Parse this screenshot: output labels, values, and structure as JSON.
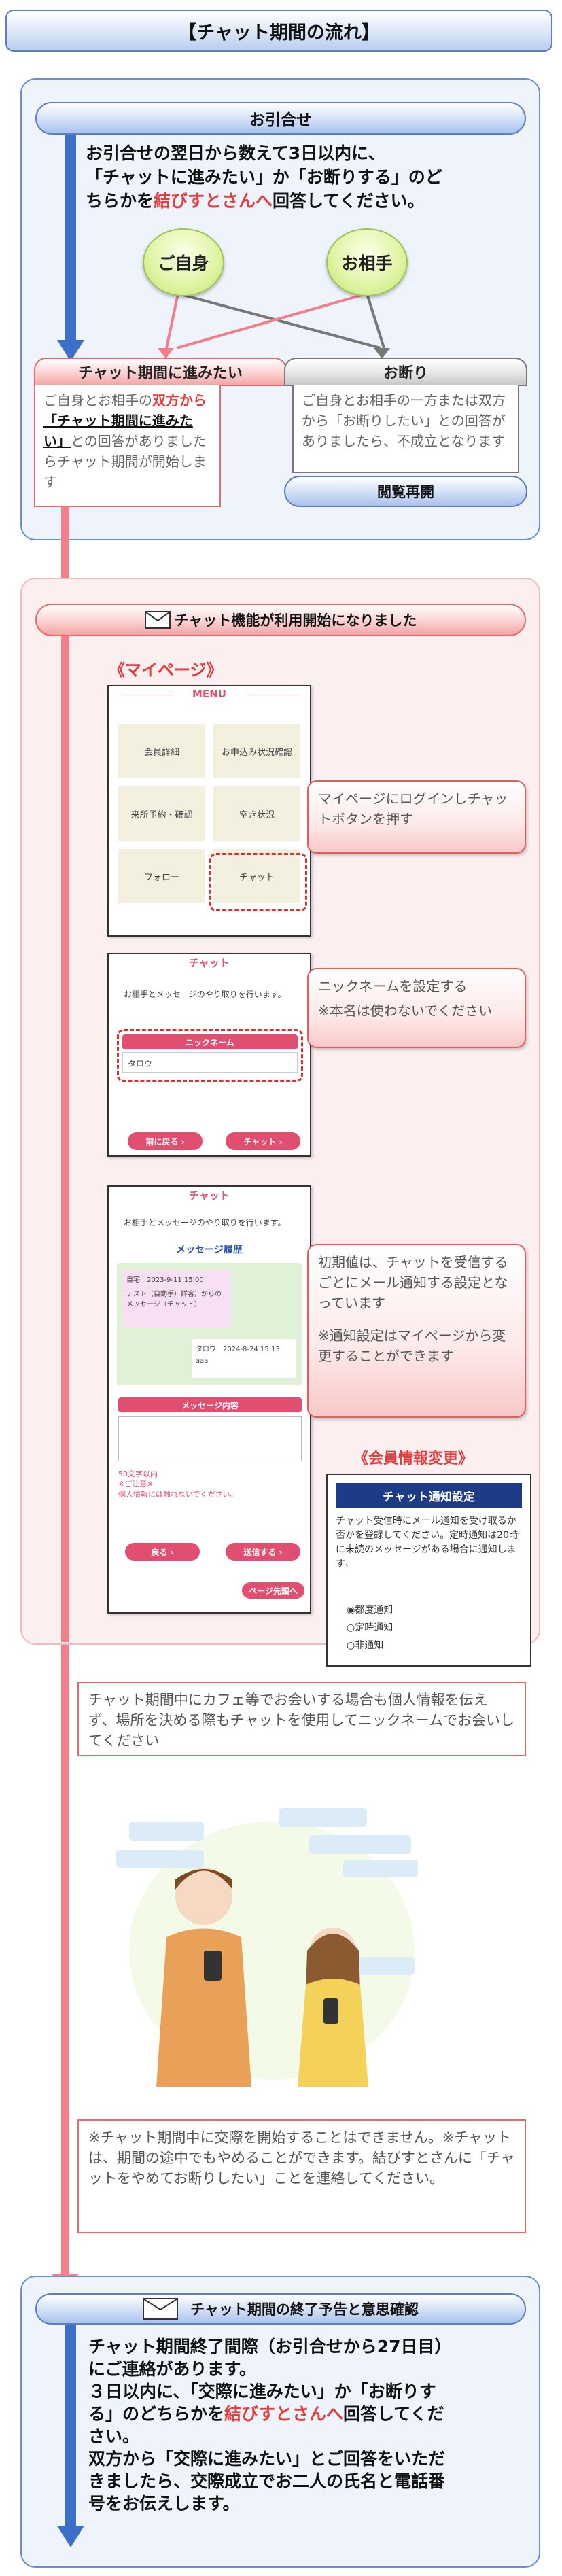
{
  "title": "【チャット期間の流れ】",
  "colors": {
    "blue_arrow": "#3d6fc8",
    "red_arrow": "#f27f8a",
    "accent_red": "#e53b3b"
  },
  "section1": {
    "header": "お引合せ",
    "intro_line1": "お引合せの翌日から数えて3日以内に、",
    "intro_line2": "「チャットに進みたい」か「お断りする」のど",
    "intro_line3_a": "ちらかを",
    "intro_line3_red": "結びすとさんへ",
    "intro_line3_b": "回答してください。",
    "self_label": "ご自身",
    "partner_label": "お相手",
    "proceed_header": "チャット期間に進みたい",
    "proceed_body_1": "ご自身とお相手の",
    "proceed_body_red1": "双方から",
    "proceed_body_red2": "「チャット期間に進みたい」",
    "proceed_body_2": "との回答がありましたらチャット期間が開始します",
    "decline_header": "お断り",
    "decline_body": "ご自身とお相手の一方または双方から「お断りしたい」との回答がありましたら、不成立となります",
    "resume_label": "閲覧再開"
  },
  "section2": {
    "header": "チャット機能が利用開始になりました",
    "mypage_label": "《マイページ》",
    "menu_title": "MENU",
    "menu_items": [
      "会員詳細",
      "お申込み状況確認",
      "来所予約・確認",
      "空き状況",
      "フォロー",
      "チャット"
    ],
    "callout1": "マイページにログインしチャットボタンを押す",
    "chat_title": "チャット",
    "chat_desc": "お相手とメッセージのやり取りを行います。",
    "nickname_label": "ニックネーム",
    "nickname_value": "タロウ",
    "btn_back": "前に戻る ›",
    "btn_chat": "チャット ›",
    "callout2_line1": "ニックネームを設定する",
    "callout2_line2": "※本名は使わないでください",
    "history_label": "メッセージ履歴",
    "msg1_meta": "自宅　2023-9-11 15:00",
    "msg1_text": "テスト（自動手）詳客）からのメッセージ（チャット）",
    "msg2_meta": "タロウ　2024-8-24 15:13",
    "msg2_text": "aaa",
    "content_label": "メッセージ内容",
    "limit_text": "50文字以内",
    "caution1": "※ご注意※",
    "caution2": "個人情報には触れないでください。",
    "btn_back2": "戻る ›",
    "btn_send": "送信する ›",
    "btn_top": "ページ先頭へ",
    "callout3_line1": "初期値は、チャットを受信するごとにメール通知する設定となっています",
    "callout3_line2": "※通知設定はマイページから変更することができます",
    "member_change_label": "《会員情報変更》",
    "notify_title": "チャット通知設定",
    "notify_desc": "チャット受信時にメール通知を受け取るか否かを登録してください。定時通知は20時に未読のメッセージがある場合に通知します。",
    "notify_opt1": "◉都度通知",
    "notify_opt2": "○定時通知",
    "notify_opt3": "○非通知"
  },
  "note1": "チャット期間中にカフェ等でお会いする場合も個人情報を伝えず、場所を決める際もチャットを使用してニックネームでお会いしてください",
  "note2": "※チャット期間中に交際を開始することはできません。※チャットは、期間の途中でもやめることができます。結びすとさんに「チャットをやめてお断りしたい」ことを連絡してください。",
  "section3": {
    "header": "チャット期間の終了予告と意思確認",
    "line1": "チャット期間終了間際（お引合せから27日目）",
    "line2": "にご連絡があります。",
    "line3": "３日以内に、「交際に進みたい」か「お断りす",
    "line4_a": "る」のどちらかを",
    "line4_red": "結びすとさんへ",
    "line4_b": "回答してくだ",
    "line5": "さい。",
    "line6": "双方から「交際に進みたい」とご回答をいただ",
    "line7": "きましたら、交際成立でお二人の氏名と電話番",
    "line8": "号をお伝えします。"
  }
}
